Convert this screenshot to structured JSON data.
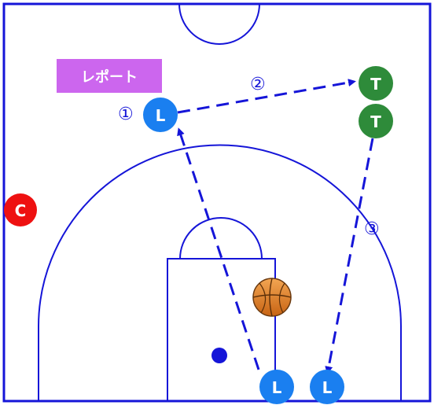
{
  "labels": {
    "report": "レポート",
    "step1": "①",
    "step2": "②",
    "step3": "③"
  },
  "players": [
    {
      "id": "L-top",
      "letter": "L",
      "color": "#1a7ff0"
    },
    {
      "id": "T-1",
      "letter": "T",
      "color": "#2e8b3a"
    },
    {
      "id": "T-2",
      "letter": "T",
      "color": "#2e8b3a"
    },
    {
      "id": "C",
      "letter": "C",
      "color": "#ee1111"
    },
    {
      "id": "L-bottom-left",
      "letter": "L",
      "color": "#1a7ff0"
    },
    {
      "id": "L-bottom-right",
      "letter": "L",
      "color": "#1a7ff0"
    }
  ],
  "colors": {
    "court_lines": "#1515d8",
    "arrows": "#1515d8",
    "report_bg": "#cc66ee",
    "dot": "#1515d8"
  }
}
